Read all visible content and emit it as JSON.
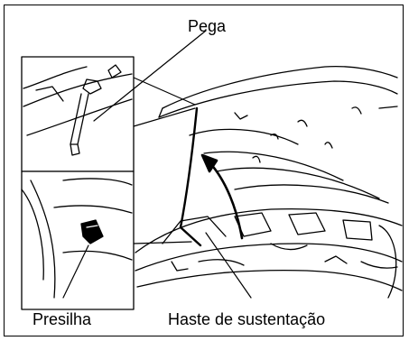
{
  "labels": {
    "pega": "Pega",
    "presilha": "Presilha",
    "haste": "Haste de sustentação"
  },
  "colors": {
    "line": "#000000",
    "background": "#ffffff"
  }
}
